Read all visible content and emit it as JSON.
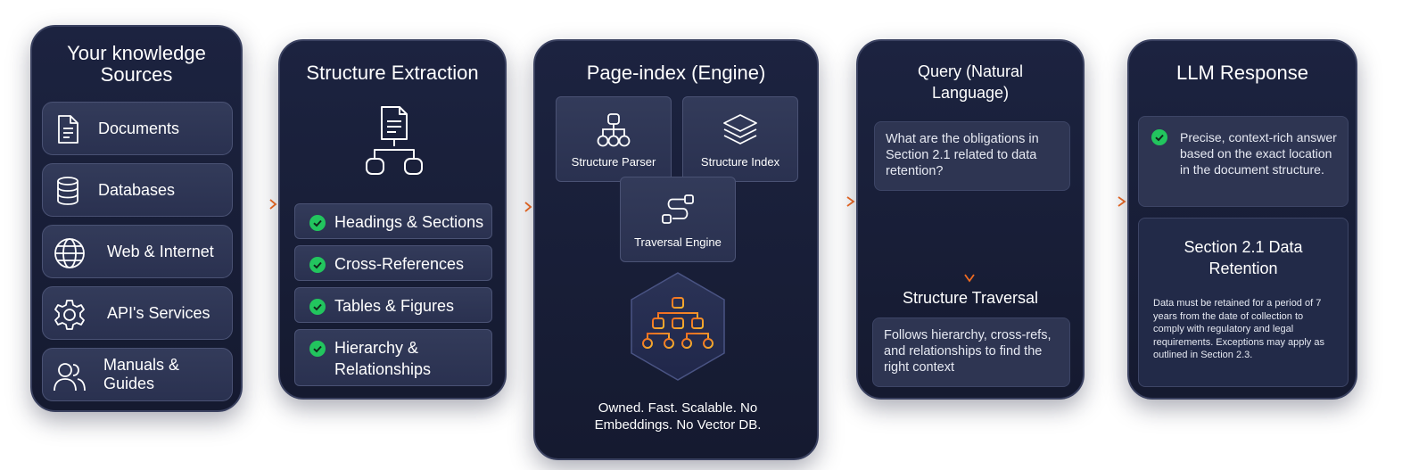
{
  "sources": {
    "title": "Your knowledge Sources",
    "items": [
      {
        "label": "Documents",
        "icon": "document-icon"
      },
      {
        "label": "Databases",
        "icon": "database-icon"
      },
      {
        "label": "Web & Internet",
        "icon": "globe-icon"
      },
      {
        "label": "API's Services",
        "icon": "gear-icon"
      },
      {
        "label": "Manuals & Guides",
        "icon": "users-icon"
      }
    ]
  },
  "extraction": {
    "title": "Structure Extraction",
    "features": [
      {
        "label": "Headings & Sections"
      },
      {
        "label": "Cross-References"
      },
      {
        "label": "Tables & Figures"
      },
      {
        "label": "Hierarchy & Relationships"
      }
    ]
  },
  "engine": {
    "title": "Page-index (Engine)",
    "components": [
      {
        "label": "Structure Parser",
        "icon": "hierarchy-icon"
      },
      {
        "label": "Structure Index",
        "icon": "layers-icon"
      },
      {
        "label": "Traversal Engine",
        "icon": "route-icon"
      }
    ],
    "tagline": "Owned. Fast. Scalable. No Embeddings. No Vector DB."
  },
  "query": {
    "title": "Query (Natural Language)",
    "question": "What are the obligations in Section 2.1 related to data retention?",
    "traversal_title": "Structure Traversal",
    "traversal_text": "Follows hierarchy, cross-refs, and relationships to find the right context"
  },
  "response": {
    "title": "LLM Response",
    "answer": "Precise, context-rich answer based on the exact location in the document structure.",
    "section_title": "Section 2.1 Data Retention",
    "section_text": "Data must be retained for a period of 7 years from the date of collection to comply with regulatory and legal requirements. Exceptions may apply as outlined in Section 2.3."
  },
  "colors": {
    "panel": "#1c2340",
    "card": "#2f3654",
    "check": "#22c55e",
    "arrow": "#f26b21",
    "hex_icon": "#f28c1e"
  }
}
